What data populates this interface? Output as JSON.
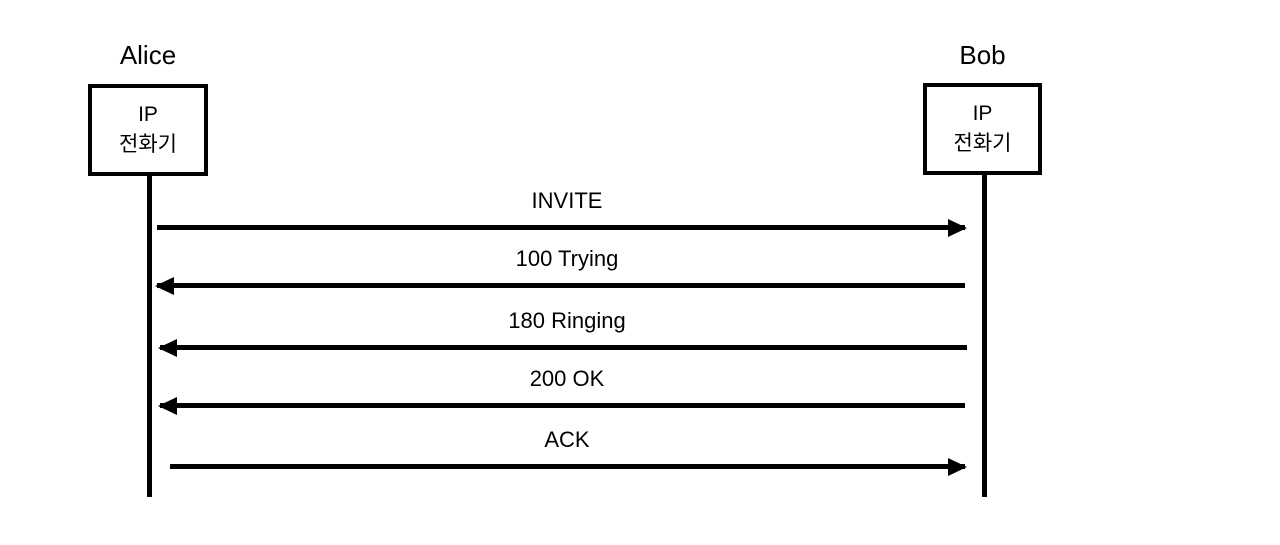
{
  "diagram": {
    "type": "sequence-diagram",
    "topic": "SIP call setup message flow",
    "colors": {
      "background": "#ffffff",
      "line": "#000000",
      "text": "#000000"
    },
    "actors": [
      {
        "name": "Alice",
        "node_label": [
          "IP",
          "전화기"
        ]
      },
      {
        "name": "Bob",
        "node_label": [
          "IP",
          "전화기"
        ]
      }
    ],
    "messages": [
      {
        "label": "INVITE",
        "from": "Alice",
        "to": "Bob",
        "direction": "right"
      },
      {
        "label": "100 Trying",
        "from": "Bob",
        "to": "Alice",
        "direction": "left"
      },
      {
        "label": "180 Ringing",
        "from": "Bob",
        "to": "Alice",
        "direction": "left"
      },
      {
        "label": "200 OK",
        "from": "Bob",
        "to": "Alice",
        "direction": "left"
      },
      {
        "label": "ACK",
        "from": "Alice",
        "to": "Bob",
        "direction": "right"
      }
    ]
  }
}
